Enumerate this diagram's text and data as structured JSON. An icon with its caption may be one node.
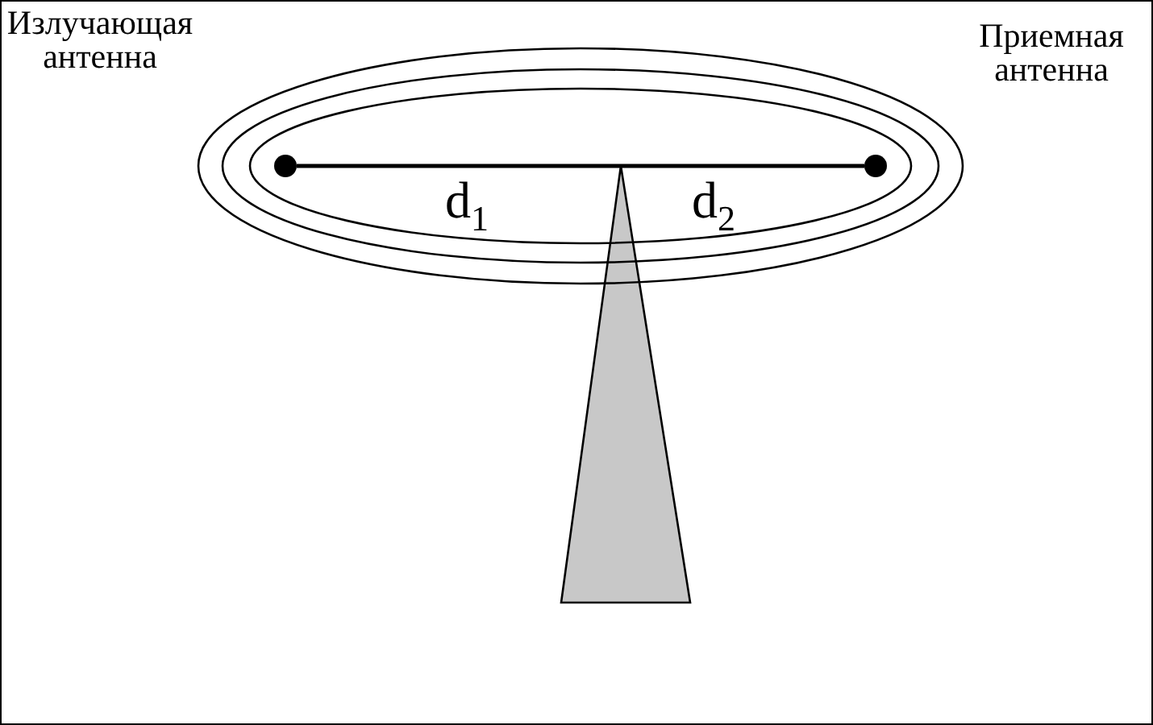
{
  "diagram": {
    "nodes": [
      {
        "text": [],
        "shape": "circle"
      },
      {
        "text": [],
        "shape": "circle"
      }
    ],
    "edges": [
      {
        "from": 0,
        "to": 1,
        "arrow": "none"
      }
    ],
    "labels": [
      "Излучающая антенна",
      "Приемная антенна",
      "d$_{1}$",
      "d$_{2}$"
    ]
  }
}
